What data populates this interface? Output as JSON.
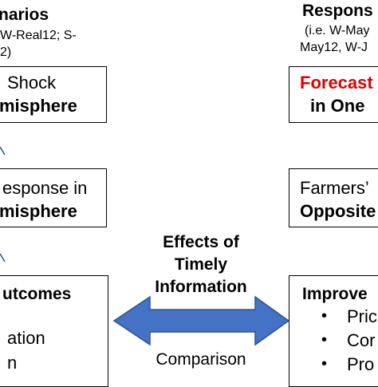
{
  "left": {
    "header_title": "narios",
    "header_sub1": "W-Real12; S-",
    "header_sub2": "2)",
    "box1_line1": "Shock",
    "box1_line2": "misphere",
    "box2_line1": "esponse in",
    "box2_line2": "misphere",
    "box3_line1": "utcomes",
    "box3_line2": "ation",
    "box3_line3": "n"
  },
  "right": {
    "header_title": "Respons",
    "header_sub1": "(i.e. W-May",
    "header_sub2": "May12, W-J",
    "box1_line1": "Forecast",
    "box1_line2": "in One",
    "box2_line1": "Farmers’",
    "box2_line2": "Opposite",
    "box3_title": "Improve",
    "box3_items": [
      "Pric",
      "Cor",
      "Pro"
    ]
  },
  "center": {
    "effects_line1": "Effects of",
    "effects_line2": "Timely",
    "effects_line3": "Information",
    "comparison": "Comparison"
  },
  "colors": {
    "arrow_fill": "#4472c4",
    "arrow_stroke": "#2f528f",
    "forecast_red": "#e00000",
    "box_border": "#000000"
  }
}
